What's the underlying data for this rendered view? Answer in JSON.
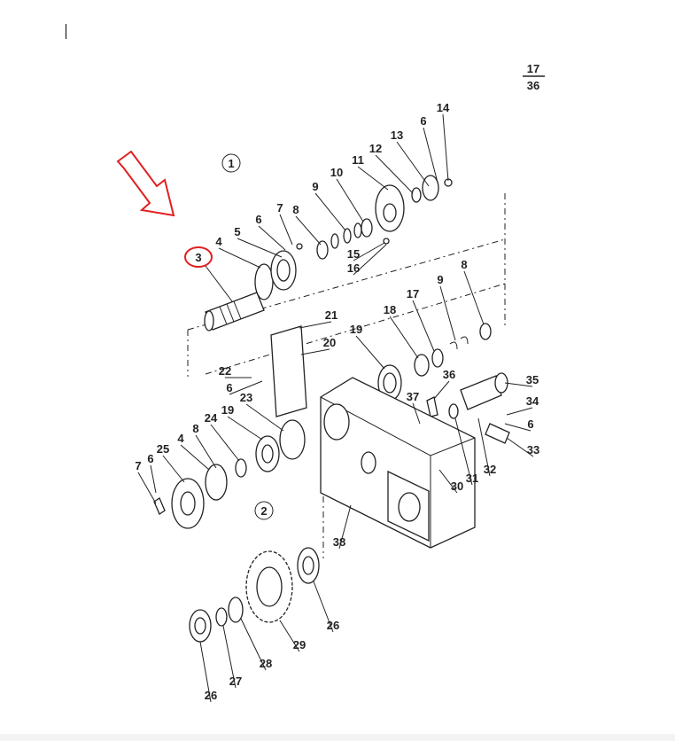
{
  "page_ref": {
    "numerator": "17",
    "denominator": "36"
  },
  "groups": [
    "1",
    "2"
  ],
  "highlighted_part": "3",
  "colors": {
    "highlight": "#e02020",
    "ink": "#222222"
  },
  "callouts": [
    "14",
    "6",
    "13",
    "12",
    "11",
    "10",
    "9",
    "7",
    "8",
    "6",
    "5",
    "4",
    "15",
    "16",
    "8",
    "17",
    "9",
    "18",
    "21",
    "20",
    "19",
    "36",
    "35",
    "22",
    "6",
    "23",
    "37",
    "34",
    "24",
    "19",
    "6",
    "8",
    "25",
    "4",
    "6",
    "7",
    "33",
    "32",
    "31",
    "30",
    "38",
    "26",
    "29",
    "28",
    "27",
    "26"
  ]
}
